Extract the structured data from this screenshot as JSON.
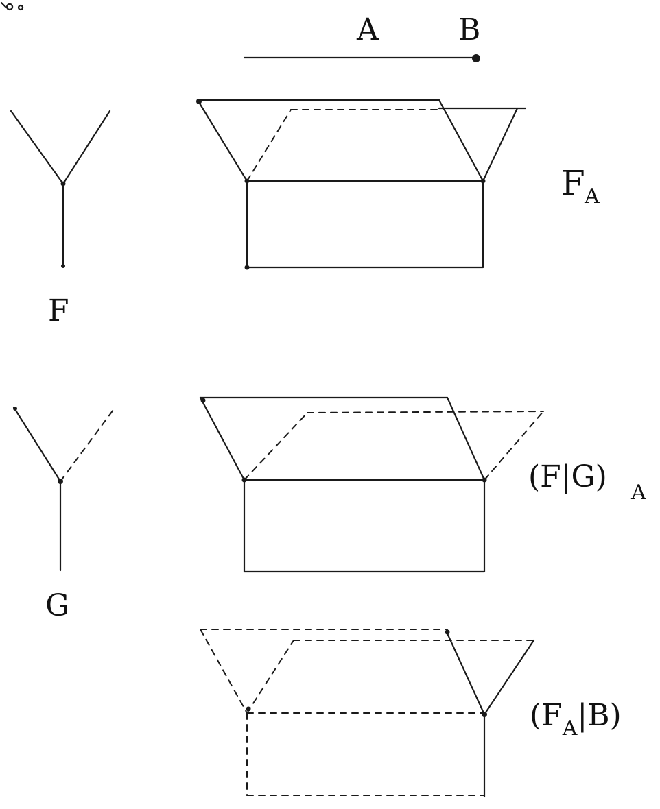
{
  "labels": {
    "A": "A",
    "B": "B",
    "F": "F",
    "G": "G",
    "FA_main": "F",
    "FA_sub": "A",
    "FGA": "(F|G)",
    "FGA_sub": "A",
    "FAB_open": "(F",
    "FAB_sub": "A",
    "FAB_rest": "|B)"
  }
}
